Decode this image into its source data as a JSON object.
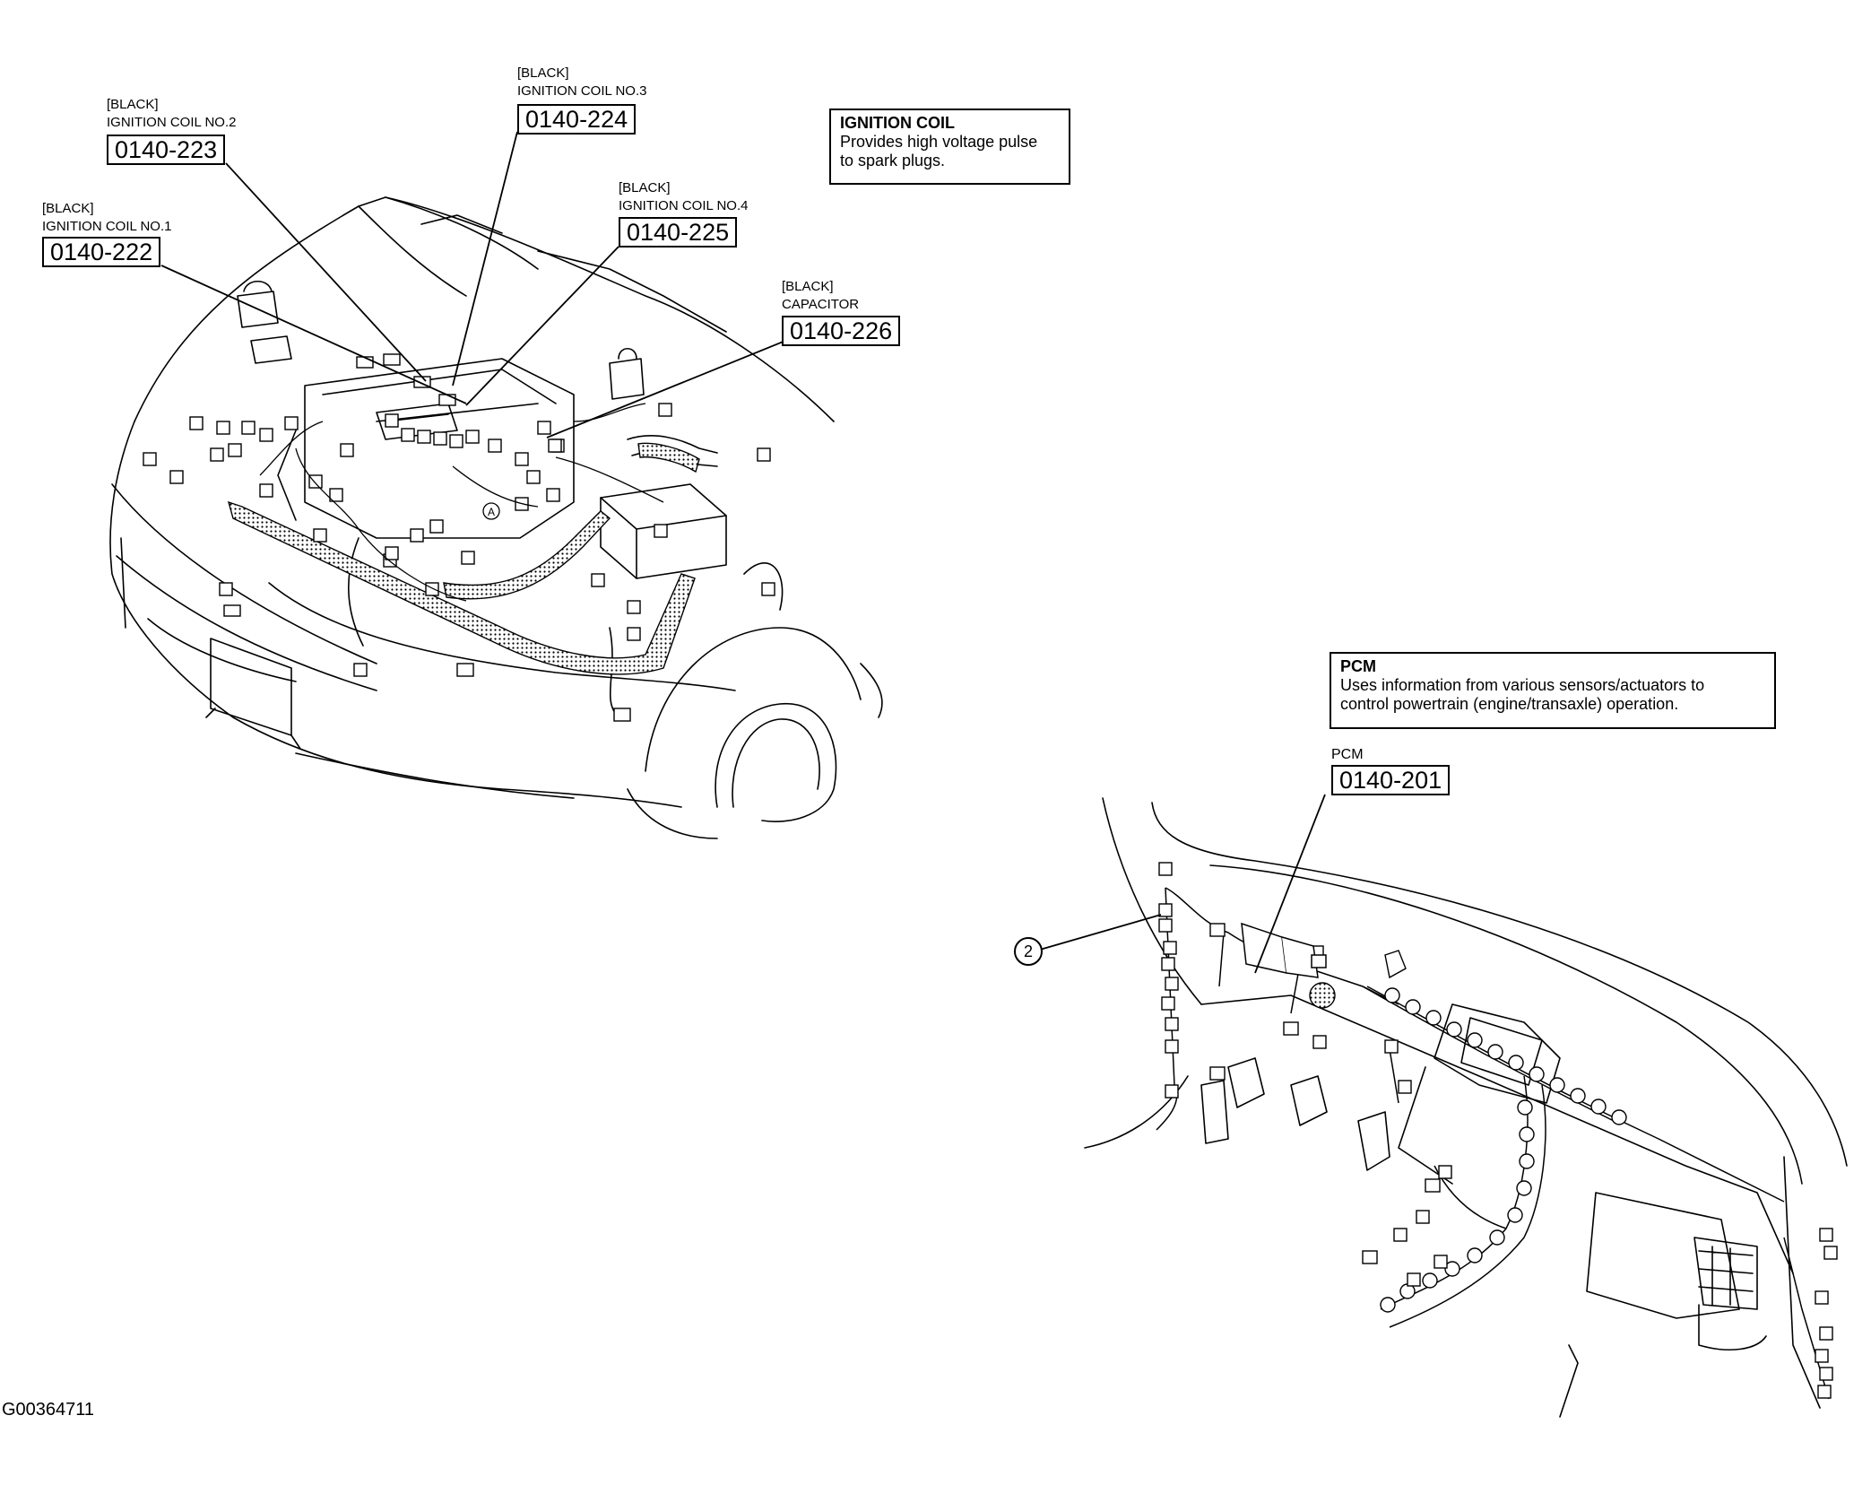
{
  "engine_labels": [
    {
      "id": "coil1",
      "color": "[BLACK]",
      "name": "IGNITION COIL NO.1",
      "code": "0140-222"
    },
    {
      "id": "coil2",
      "color": "[BLACK]",
      "name": "IGNITION COIL NO.2",
      "code": "0140-223"
    },
    {
      "id": "coil3",
      "color": "[BLACK]",
      "name": "IGNITION COIL NO.3",
      "code": "0140-224"
    },
    {
      "id": "coil4",
      "color": "[BLACK]",
      "name": "IGNITION COIL NO.4",
      "code": "0140-225"
    },
    {
      "id": "cap",
      "color": "[BLACK]",
      "name": "CAPACITOR",
      "code": "0140-226"
    }
  ],
  "notes": {
    "ignition": {
      "title": "IGNITION COIL",
      "lines": [
        "Provides high voltage pulse",
        "to spark plugs."
      ]
    },
    "pcm": {
      "title": "PCM",
      "lines": [
        "Uses information from various sensors/actuators to",
        "control powertrain (engine/transaxle) operation."
      ]
    }
  },
  "pcm_label": {
    "name": "PCM",
    "code": "0140-201"
  },
  "callout_number": "2",
  "harness_marker": "A",
  "figure_id": "G00364711"
}
